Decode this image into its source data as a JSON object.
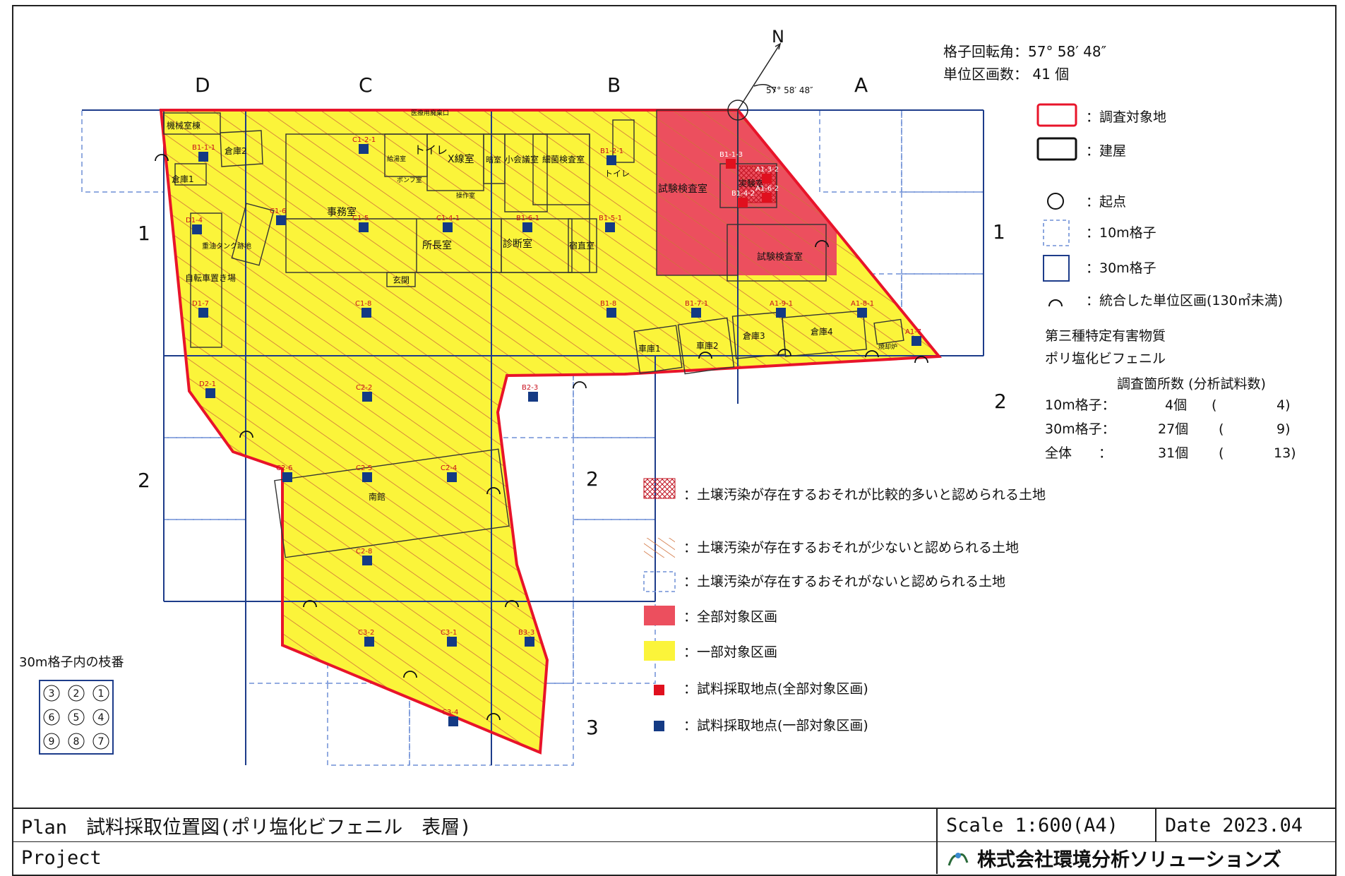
{
  "north": {
    "label": "N",
    "angle_label": "57° 58′ 48″"
  },
  "header": {
    "rotation_label": "格子回転角：57° 58′ 48″",
    "units_label": "単位区画数： 41 個"
  },
  "columns": [
    "D",
    "C",
    "B",
    "A"
  ],
  "rows_left": [
    "1",
    "2"
  ],
  "rows_mid": [
    "2",
    "3"
  ],
  "rows_right": [
    "1",
    "2"
  ],
  "rooms": [
    "機械室棟",
    "倉庫2",
    "倉庫1",
    "事務室",
    "トイレ",
    "X線室",
    "小会議室",
    "細菌検査室",
    "試験検査室",
    "実験室",
    "試験検査室",
    "所長室",
    "診断室",
    "宿直室",
    "玄関",
    "自転車置き場",
    "重油タンク跡地",
    "車庫1",
    "車庫2",
    "倉庫3",
    "倉庫4",
    "焼却炉",
    "南館",
    "トイレ",
    "給湯室",
    "ポンプ室",
    "操作室",
    "暗室",
    "医療用廃棄口"
  ],
  "sample_points_partial": [
    "B1-1-1",
    "C1-2-1",
    "B1-2-1",
    "D1-4",
    "C1-6",
    "C1-5",
    "C1-4-1",
    "B1-6-1",
    "B1-5-1",
    "D1-7",
    "C1-8",
    "B1-8",
    "B1-7-1",
    "A1-9-1",
    "A1-8-1",
    "A1-7",
    "D2-1",
    "C2-2",
    "B2-3",
    "C2-6",
    "C2-5",
    "C2-4",
    "C2-8",
    "C3-2",
    "C3-1",
    "B3-3",
    "C3-4"
  ],
  "sample_points_full": [
    "B1-1-3",
    "A1-3-2",
    "A1-6-2",
    "B1-4-2"
  ],
  "legend": {
    "survey_target": "：調査対象地",
    "building": "：建屋",
    "origin": "：起点",
    "grid10": "：10m格子",
    "grid30": "：30m格子",
    "merged": "：統合した単位区画(130㎡未満)",
    "substance_title": "第三種特定有害物質",
    "substance_name": "ポリ塩化ビフェニル",
    "count_header": "調査箇所数 (分析試料数)",
    "count_rows": [
      {
        "label": "10m格子：",
        "count": "4個",
        "paren_open": "(",
        "samples": "4)"
      },
      {
        "label": "30m格子：",
        "count": "27個",
        "paren_open": "(",
        "samples": "9)"
      },
      {
        "label": "全体　　：",
        "count": "31個",
        "paren_open": "(",
        "samples": "13)"
      }
    ],
    "high_risk": "：土壌汚染が存在するおそれが比較的多いと認められる土地",
    "low_risk": "：土壌汚染が存在するおそれが少ないと認められる土地",
    "no_risk": "：土壌汚染が存在するおそれがないと認められる土地",
    "full_unit": "：全部対象区画",
    "partial_unit": "：一部対象区画",
    "sample_full": "：試料採取地点(全部対象区画)",
    "sample_partial": "：試料採取地点(一部対象区画)"
  },
  "subgrid": {
    "title": "30m格子内の枝番",
    "numbers": [
      "3",
      "2",
      "1",
      "6",
      "5",
      "4",
      "9",
      "8",
      "7"
    ]
  },
  "titleblock": {
    "plan": "Plan　試料採取位置図(ポリ塩化ビフェニル　表層)",
    "scale": "Scale 1:600(A4)",
    "date": "Date 2023.04",
    "project": "Project",
    "company": "株式会社環境分析ソリューションズ"
  },
  "colors": {
    "boundary": "#e8142a",
    "partial_fill": "#fbf43a",
    "full_fill": "#ec4f5e",
    "grid30": "#1d3c8a",
    "grid10": "#6e8fd6",
    "sample": "#143a84",
    "sample_full": "#e0101e",
    "hatch": "#d0703a"
  }
}
